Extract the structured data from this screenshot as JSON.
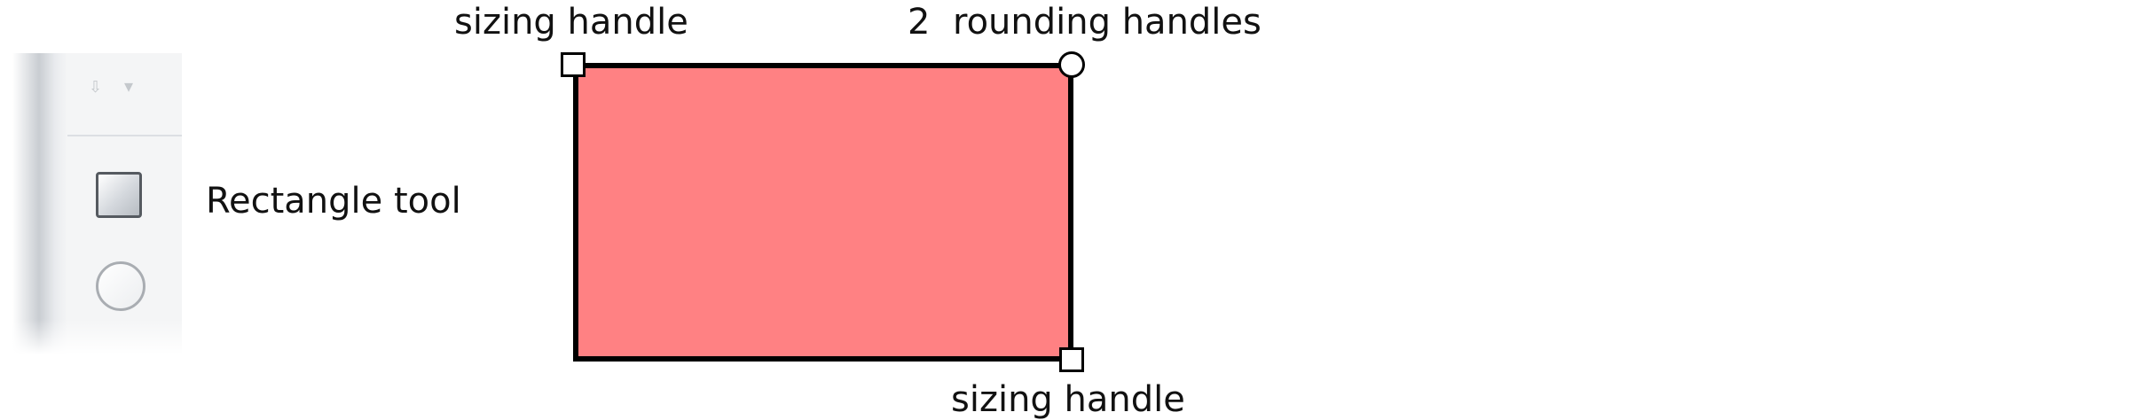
{
  "toolbar": {
    "icons": [
      "pointer-icon",
      "pen-icon",
      "rectangle-tool-icon",
      "ellipse-tool-icon"
    ]
  },
  "labels": {
    "rectangle_tool": "Rectangle tool",
    "sizing_handle_top": "sizing handle",
    "rounding_count": "2",
    "rounding_handles": "rounding handles",
    "sizing_handle_bottom": "sizing handle"
  },
  "colors": {
    "shape_fill": "#ff8183",
    "shape_stroke": "#000000",
    "handle_fill": "#ffffff"
  }
}
